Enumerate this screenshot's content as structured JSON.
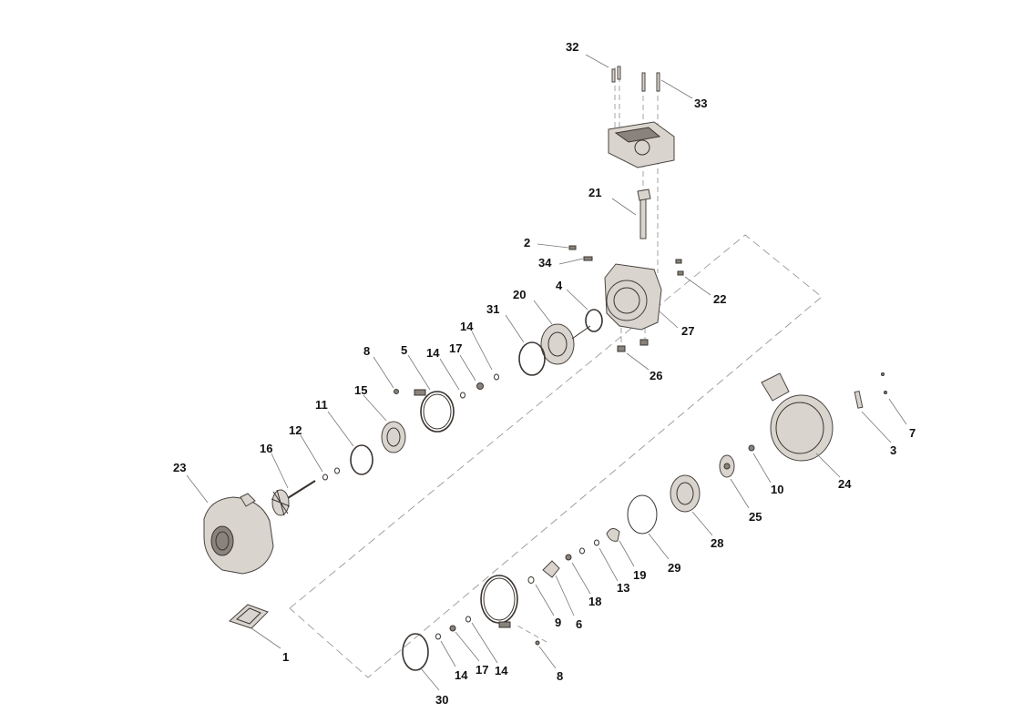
{
  "callouts": [
    {
      "id": "c32",
      "label": "32"
    },
    {
      "id": "c33",
      "label": "33"
    },
    {
      "id": "c21",
      "label": "21"
    },
    {
      "id": "c2",
      "label": "2"
    },
    {
      "id": "c34",
      "label": "34"
    },
    {
      "id": "c22",
      "label": "22"
    },
    {
      "id": "c20",
      "label": "20"
    },
    {
      "id": "c4",
      "label": "4"
    },
    {
      "id": "c31",
      "label": "31"
    },
    {
      "id": "c27",
      "label": "27"
    },
    {
      "id": "c14a",
      "label": "14"
    },
    {
      "id": "c26",
      "label": "26"
    },
    {
      "id": "c8a",
      "label": "8"
    },
    {
      "id": "c5",
      "label": "5"
    },
    {
      "id": "c14b",
      "label": "14"
    },
    {
      "id": "c17a",
      "label": "17"
    },
    {
      "id": "c15",
      "label": "15"
    },
    {
      "id": "c11",
      "label": "11"
    },
    {
      "id": "c12",
      "label": "12"
    },
    {
      "id": "c16",
      "label": "16"
    },
    {
      "id": "c23",
      "label": "23"
    },
    {
      "id": "c7",
      "label": "7"
    },
    {
      "id": "c3",
      "label": "3"
    },
    {
      "id": "c24",
      "label": "24"
    },
    {
      "id": "c10",
      "label": "10"
    },
    {
      "id": "c25",
      "label": "25"
    },
    {
      "id": "c28",
      "label": "28"
    },
    {
      "id": "c29",
      "label": "29"
    },
    {
      "id": "c19",
      "label": "19"
    },
    {
      "id": "c13",
      "label": "13"
    },
    {
      "id": "c18",
      "label": "18"
    },
    {
      "id": "c6",
      "label": "6"
    },
    {
      "id": "c9",
      "label": "9"
    },
    {
      "id": "c1",
      "label": "1"
    },
    {
      "id": "c8b",
      "label": "8"
    },
    {
      "id": "c14c",
      "label": "14"
    },
    {
      "id": "c17b",
      "label": "17"
    },
    {
      "id": "c14d",
      "label": "14"
    },
    {
      "id": "c30",
      "label": "30"
    }
  ]
}
